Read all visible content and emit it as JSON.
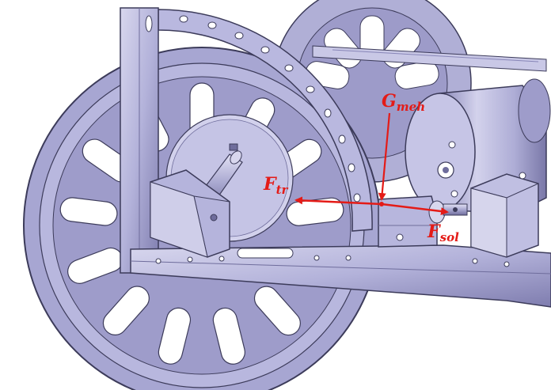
{
  "figure": {
    "colors": {
      "metal": "#a9a8d0",
      "metal_dark": "#6f6d9c",
      "metal_light": "#d6d5ec",
      "metal_mid": "#bcbbe0",
      "edge": "#3c3b5a",
      "force": "#e41b17",
      "background": "#ffffff"
    },
    "labels": {
      "g_meh": {
        "main": "G",
        "sub": "meh"
      },
      "f_tr": {
        "main": "F",
        "sub": "tr"
      },
      "f_sol": {
        "main": "F",
        "sub": "sol"
      }
    }
  }
}
